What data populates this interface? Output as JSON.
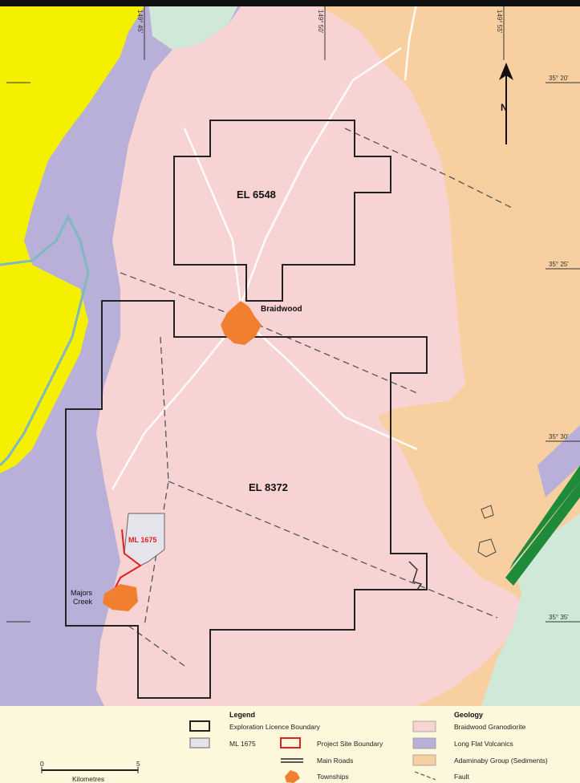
{
  "map": {
    "labels": {
      "el6548": "EL 6548",
      "el8372": "EL 8372",
      "braidwood": "Braidwood",
      "majors_line1": "Majors",
      "majors_line2": "Creek",
      "ml1675": "ML 1675"
    },
    "longitudes": [
      "149° 45'",
      "149° 50'",
      "149° 55'"
    ],
    "latitudes": [
      "35° 20'",
      "35° 25'",
      "35° 30'",
      "35° 35'"
    ],
    "north_symbol": "N",
    "colors": {
      "granodiorite": "#f8d3d3",
      "volcanics": "#b8b0d8",
      "sediments": "#f8cfa0",
      "yellow_unit": "#f5f000",
      "green_unit": "#cfe8d8",
      "dark_green_unit": "#1f8a3a",
      "township": "#f08030",
      "project_boundary": "#e02020",
      "licence_boundary": "#222222",
      "ml_fill": "#e4e4ea",
      "legend_bg": "#fdf7dc"
    }
  },
  "legend": {
    "title": "Legend",
    "items": {
      "exploration": "Exploration Licence Boundary",
      "ml1675": "ML 1675",
      "project_site": "Project Site Boundary",
      "main_roads": "Main Roads",
      "townships": "Townships"
    }
  },
  "geology": {
    "title": "Geology",
    "items": {
      "granodiorite": "Braidwood Granodiorite",
      "volcanics": "Long Flat Volcanics",
      "sediments": "Adaminaby Group (Sediments)",
      "fault": "Fault"
    }
  },
  "scalebar": {
    "start": "0",
    "end": "5",
    "unit": "Kilometres"
  }
}
